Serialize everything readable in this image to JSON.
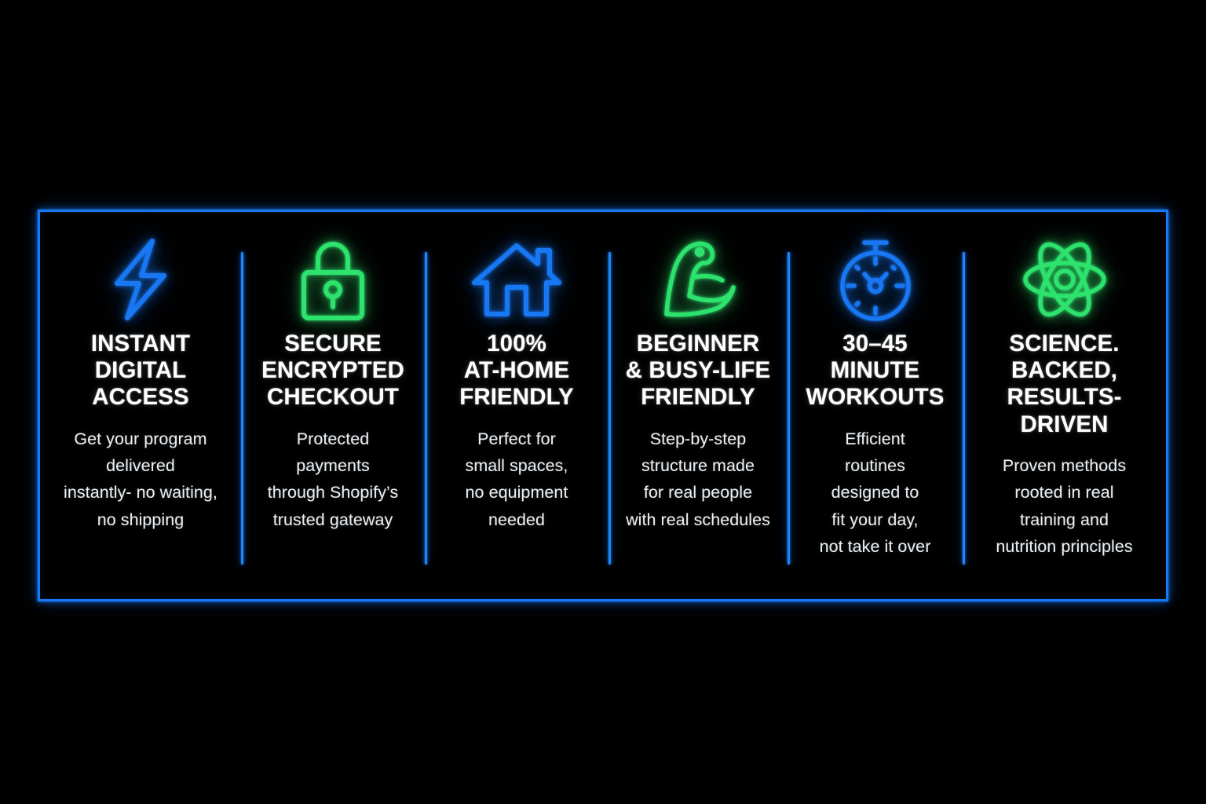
{
  "page": {
    "background_color": "#000000",
    "panel_border_color": "#1877f2",
    "divider_color": "#1e86f7",
    "accent_blue": "#1877f2",
    "accent_green": "#2de26d",
    "title_color": "#ffffff",
    "body_color": "#e9eef2"
  },
  "features": [
    {
      "icon": "lightning-bolt-icon",
      "icon_color": "#1877f2",
      "title": "INSTANT\nDIGITAL\nACCESS",
      "description": "Get your program\ndelivered\ninstantly- no waiting,\nno shipping"
    },
    {
      "icon": "padlock-icon",
      "icon_color": "#2de26d",
      "title": "SECURE\nENCRYPTED\nCHECKOUT",
      "description": "Protected\npayments\nthrough Shopify’s\ntrusted gateway"
    },
    {
      "icon": "house-icon",
      "icon_color": "#1877f2",
      "title": "100%\nAT-HOME\nFRIENDLY",
      "description": "Perfect for\nsmall spaces,\nno equipment\nneeded"
    },
    {
      "icon": "flexed-bicep-icon",
      "icon_color": "#2de26d",
      "title": "BEGINNER\n& BUSY-LIFE\nFRIENDLY",
      "description": "Step-by-step\nstructure made\nfor real people\nwith real schedules"
    },
    {
      "icon": "stopwatch-icon",
      "icon_color": "#1877f2",
      "title": "30–45\nMINUTE\nWORKOUTS",
      "description": "Efficient\nroutines\ndesigned to\nfit your day,\nnot take it over"
    },
    {
      "icon": "atom-icon",
      "icon_color": "#2de26d",
      "title": "SCIENCE.\nBACKED,\nRESULTS-\nDRIVEN",
      "description": "Proven methods\nrooted in real\ntraining and\nnutrition principles"
    }
  ]
}
